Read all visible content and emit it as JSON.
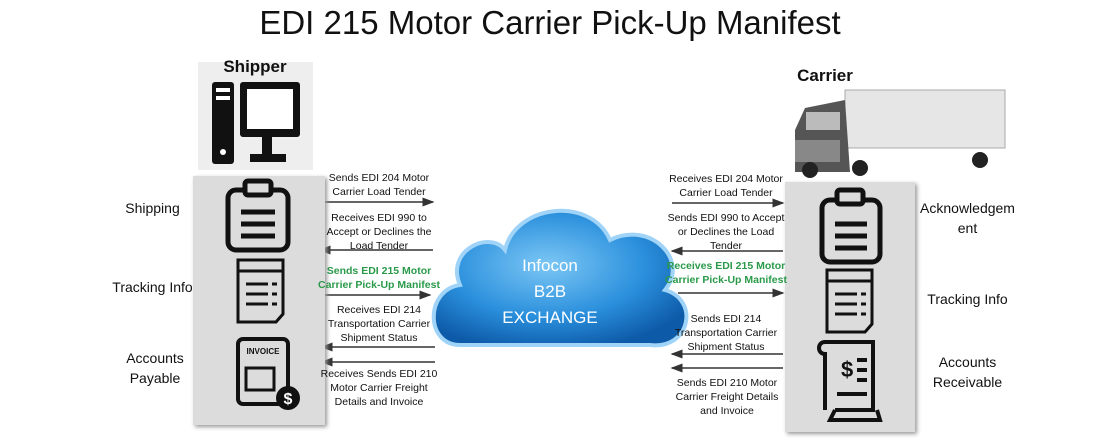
{
  "title": "EDI 215 Motor Carrier Pick-Up Manifest",
  "shipper": {
    "title": "Shipper",
    "labels": [
      "Shipping",
      "Tracking Info",
      "Accounts\nPayable"
    ]
  },
  "carrier": {
    "title": "Carrier",
    "labels": [
      "Acknowledgem\nent",
      "Tracking Info",
      "Accounts\nReceivable"
    ]
  },
  "cloud": {
    "line1": "Infocon",
    "line2": "B2B",
    "line3": "EXCHANGE"
  },
  "left_messages": [
    "Sends EDI 204 Motor Carrier Load Tender",
    "Receives EDI 990 to Accept or Declines the Load Tender",
    "Sends EDI 215 Motor Carrier Pick-Up  Manifest",
    "Receives EDI 214 Transportation Carrier Shipment Status",
    "Receives Sends EDI 210 Motor Carrier Freight Details and Invoice"
  ],
  "right_messages": [
    "Receives EDI 204 Motor Carrier Load Tender",
    "Sends EDI 990 to Accept or Declines the Load Tender",
    "Receives EDI 215 Motor Carrier Pick-Up  Manifest",
    "Sends EDI 214 Transportation Carrier Shipment Status",
    "Sends EDI 210 Motor Carrier Freight Details and Invoice"
  ],
  "invoice_icon_text": "INVOICE",
  "colors": {
    "highlight": "#2a9a4a",
    "panel": "#dcdcdc",
    "cloud": "#2a8fdc"
  }
}
